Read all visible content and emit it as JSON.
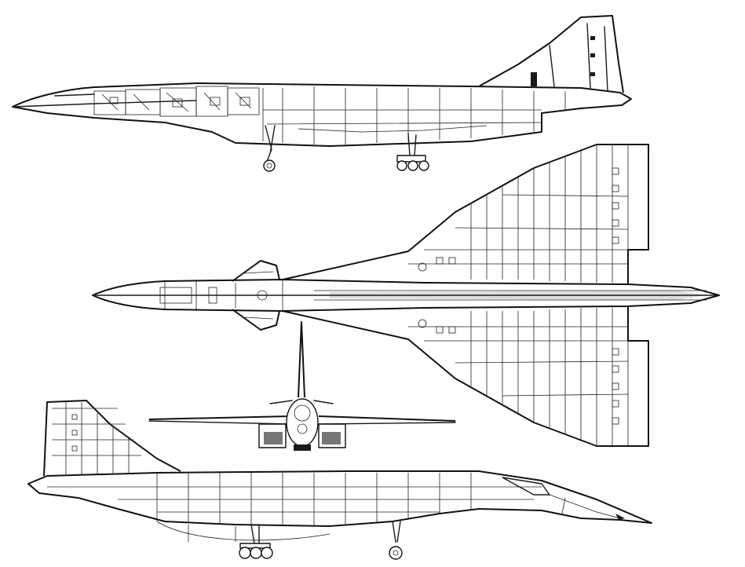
{
  "drawing": {
    "views": [
      {
        "view": "side-view-left-facing"
      },
      {
        "view": "top-view-plan"
      },
      {
        "view": "front-view"
      },
      {
        "view": "side-view-right-facing"
      }
    ]
  },
  "colors": {
    "background": "#ffffff",
    "ink": "#1a1a1a"
  }
}
